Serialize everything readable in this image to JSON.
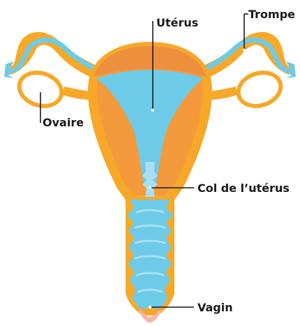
{
  "diagram": {
    "labels": {
      "uterus": "Utérus",
      "tube": "Trompe",
      "ovary": "Ovaire",
      "cervix": "Col de l’utérus",
      "vagina": "Vagin"
    },
    "colors": {
      "outer_wall": "#f7a828",
      "muscle": "#f39a3c",
      "fundus": "#ee8f3d",
      "cavity": "#6dcbe8",
      "cavity_light": "#a9e0f1",
      "ovary_fill": "#ffffff",
      "vaginal_opening": "#f3b6a8",
      "leader": "#1a1a1a"
    }
  }
}
